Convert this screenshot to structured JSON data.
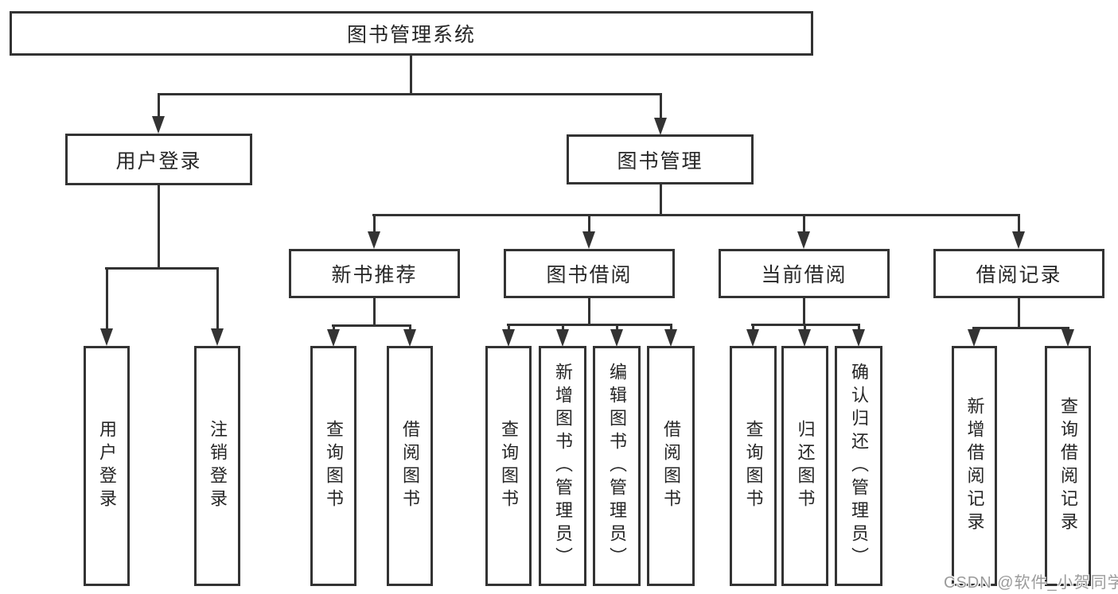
{
  "tree": {
    "label": "图书管理系统",
    "children": [
      {
        "label": "用户登录",
        "children": [
          {
            "label": "用户登录"
          },
          {
            "label": "注销登录"
          }
        ]
      },
      {
        "label": "图书管理",
        "children": [
          {
            "label": "新书推荐",
            "children": [
              {
                "label": "查询图书"
              },
              {
                "label": "借阅图书"
              }
            ]
          },
          {
            "label": "图书借阅",
            "children": [
              {
                "label": "查询图书"
              },
              {
                "label": "新增图书（管理员）"
              },
              {
                "label": "编辑图书（管理员）"
              },
              {
                "label": "借阅图书"
              }
            ]
          },
          {
            "label": "当前借阅",
            "children": [
              {
                "label": "查询图书"
              },
              {
                "label": "归还图书"
              },
              {
                "label": "确认归还（管理员）"
              }
            ]
          },
          {
            "label": "借阅记录",
            "children": [
              {
                "label": "新增借阅记录"
              },
              {
                "label": "查询借阅记录"
              }
            ]
          }
        ]
      }
    ]
  },
  "watermark": {
    "text": "CSDN @软件_小贺同学"
  },
  "colors": {
    "line": "#333333",
    "text": "#262626",
    "background": "#ffffff",
    "watermark": "#9b9b9b"
  }
}
